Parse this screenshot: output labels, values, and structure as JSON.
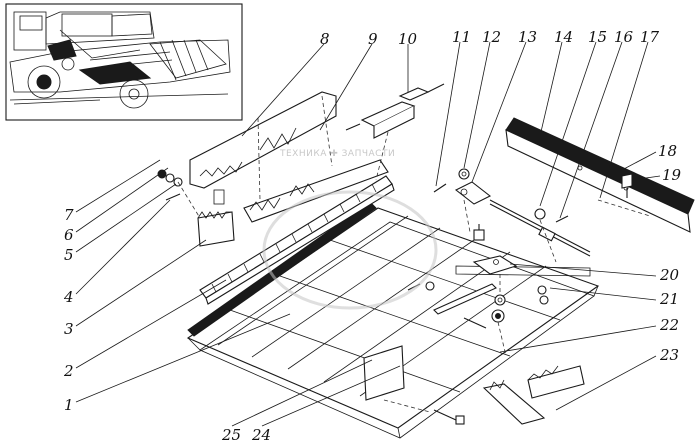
{
  "watermark": "ТЕХНИКА ✚ ЗАПЧАСТИ",
  "callouts": [
    "1",
    "2",
    "3",
    "4",
    "5",
    "6",
    "7",
    "8",
    "9",
    "10",
    "11",
    "12",
    "13",
    "14",
    "15",
    "16",
    "17",
    "18",
    "19",
    "20",
    "21",
    "22",
    "23",
    "24",
    "25"
  ]
}
